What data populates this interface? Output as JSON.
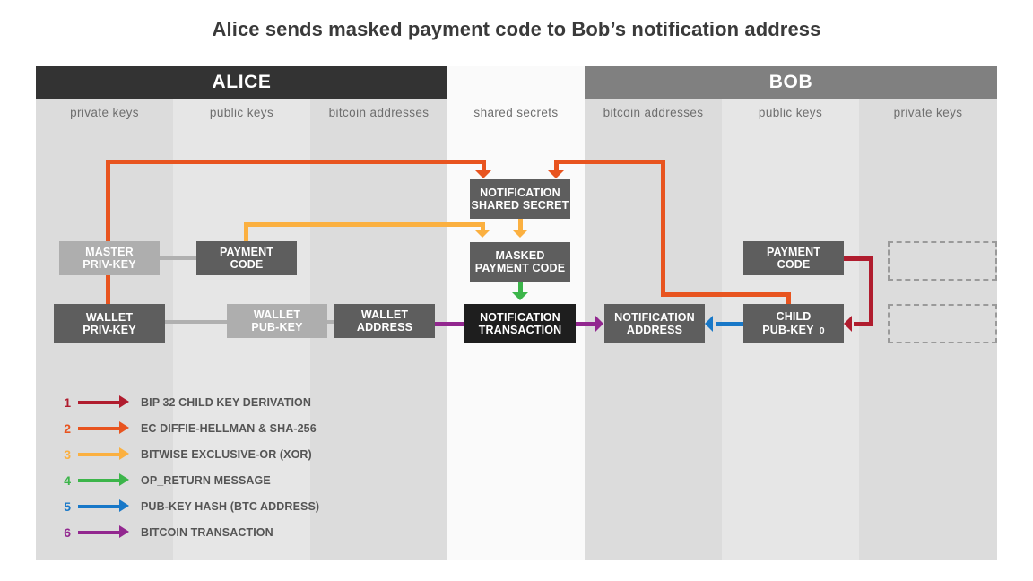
{
  "title": "Alice sends masked payment code to Bob’s notification address",
  "parties": [
    {
      "name": "ALICE",
      "color": "#333333"
    },
    {
      "name": "BOB",
      "color": "#808080"
    }
  ],
  "columns": [
    {
      "label": "private keys",
      "owner": "alice",
      "shade": "#dcdcdc"
    },
    {
      "label": "public keys",
      "owner": "alice",
      "shade": "#e6e6e6"
    },
    {
      "label": "bitcoin addresses",
      "owner": "alice",
      "shade": "#dcdcdc"
    },
    {
      "label": "shared secrets",
      "owner": "shared",
      "shade": "#fafafa"
    },
    {
      "label": "bitcoin addresses",
      "owner": "bob",
      "shade": "#dcdcdc"
    },
    {
      "label": "public keys",
      "owner": "bob",
      "shade": "#e6e6e6"
    },
    {
      "label": "private keys",
      "owner": "bob",
      "shade": "#dcdcdc"
    }
  ],
  "nodes": {
    "alice_master_priv": {
      "l1": "MASTER",
      "l2": "PRIV-KEY",
      "state": "inactive"
    },
    "alice_payment_code": {
      "l1": "PAYMENT",
      "l2": "CODE",
      "state": "active"
    },
    "alice_wallet_priv": {
      "l1": "WALLET",
      "l2": "PRIV-KEY",
      "state": "active"
    },
    "alice_wallet_pub": {
      "l1": "WALLET",
      "l2": "PUB-KEY",
      "state": "inactive"
    },
    "alice_wallet_addr": {
      "l1": "WALLET",
      "l2": "ADDRESS",
      "state": "active"
    },
    "notif_shared_secret": {
      "l1": "NOTIFICATION",
      "l2": "SHARED SECRET",
      "state": "active"
    },
    "masked_payment_code": {
      "l1": "MASKED",
      "l2": "PAYMENT CODE",
      "state": "active"
    },
    "notif_transaction": {
      "l1": "NOTIFICATION",
      "l2": "TRANSACTION",
      "state": "focus"
    },
    "bob_notif_addr": {
      "l1": "NOTIFICATION",
      "l2": "ADDRESS",
      "state": "active"
    },
    "bob_payment_code": {
      "l1": "PAYMENT",
      "l2": "CODE",
      "state": "active"
    },
    "bob_child_pub": {
      "l1": "CHILD",
      "l2": "PUB-KEY",
      "index": "0",
      "state": "active"
    }
  },
  "legend": [
    {
      "num": "1",
      "color": "#b01c2e",
      "text": "BIP 32 CHILD KEY DERIVATION"
    },
    {
      "num": "2",
      "color": "#e8541f",
      "text": "EC DIFFIE-HELLMAN & SHA-256"
    },
    {
      "num": "3",
      "color": "#fbb040",
      "text": "BITWISE EXCLUSIVE-OR (XOR)"
    },
    {
      "num": "4",
      "color": "#3cb54a",
      "text": "OP_RETURN MESSAGE"
    },
    {
      "num": "5",
      "color": "#1878c8",
      "text": "PUB-KEY HASH (BTC ADDRESS)"
    },
    {
      "num": "6",
      "color": "#92278f",
      "text": "BITCOIN TRANSACTION"
    }
  ],
  "colors": {
    "connector_gray": "#b0b0b0",
    "node_active": "#5e5e5e",
    "node_inactive": "#aeaeae",
    "node_focus": "#1e1e1e",
    "placeholder_border": "#9a9a9a"
  }
}
